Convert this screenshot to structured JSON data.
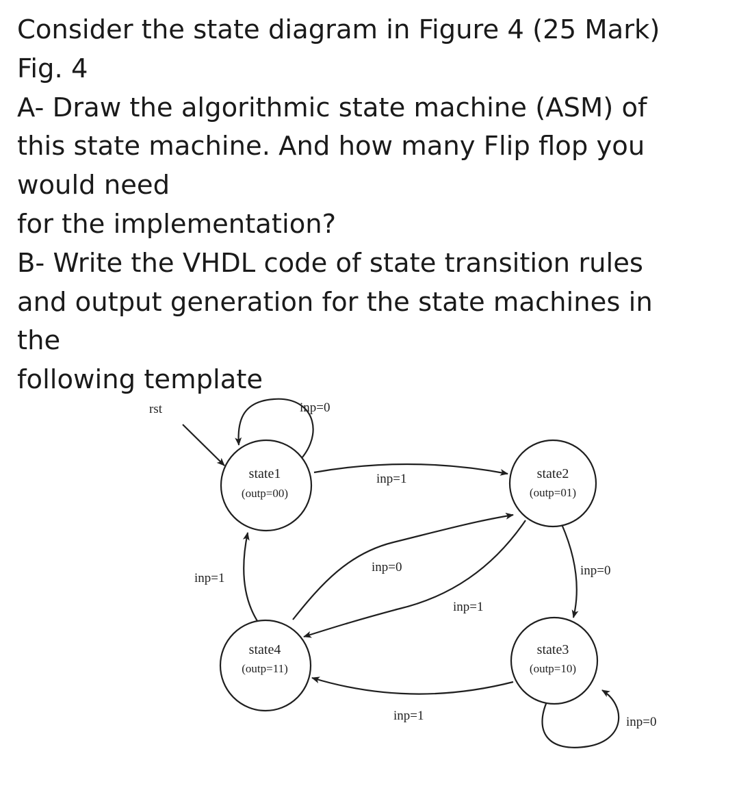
{
  "question": {
    "lines": [
      "Consider the state diagram in Figure 4 (25 Mark)",
      "Fig. 4",
      "A- Draw the algorithmic state machine (ASM) of",
      "this state machine. And how many Flip flop you",
      "would need",
      "for the implementation?",
      "B- Write the VHDL code of state transition rules",
      "and output generation for the state machines in",
      "the",
      "following template"
    ]
  },
  "diagram": {
    "reset_label": "rst",
    "states": {
      "state1": {
        "name": "state1",
        "output": "(outp=00)"
      },
      "state2": {
        "name": "state2",
        "output": "(outp=01)"
      },
      "state3": {
        "name": "state3",
        "output": "(outp=10)"
      },
      "state4": {
        "name": "state4",
        "output": "(outp=11)"
      }
    },
    "transitions": {
      "s1_self": "inp=0",
      "s1_to_s2": "inp=1",
      "s4_to_s2": "inp=0",
      "s2_to_s3": "inp=0",
      "s2_to_s4": "inp=1",
      "s4_to_s1": "inp=1",
      "s3_to_s4": "inp=1",
      "s3_self": "inp=0"
    },
    "colors": {
      "stroke": "#1f1f1f",
      "text": "#222222"
    }
  }
}
